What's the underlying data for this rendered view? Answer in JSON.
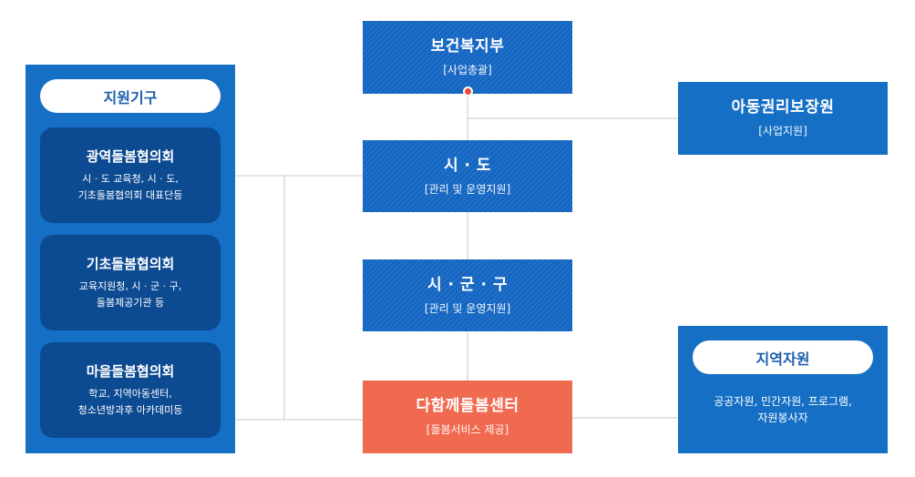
{
  "hq": {
    "title": "보건복지부",
    "sub": "[사업총괄]"
  },
  "child_rights": {
    "title": "아동권리보장원",
    "sub": "[사업지원]"
  },
  "province": {
    "title": "시 · 도",
    "sub": "[관리 및 운영지원]"
  },
  "city": {
    "title": "시 · 군 · 구",
    "sub": "[관리 및 운영지원]"
  },
  "center": {
    "title": "다함께돌봄센터",
    "sub": "[돌봄서비스 제공]"
  },
  "support_orgs": {
    "pill": "지원기구",
    "items": [
      {
        "title": "광역돌봄협의회",
        "line1": "시 · 도 교육청, 시 · 도,",
        "line2": "기초돌봄협의회 대표단등"
      },
      {
        "title": "기초돌봄협의회",
        "line1": "교육지원청, 시 · 군 · 구,",
        "line2": "돌봄제공기관 등"
      },
      {
        "title": "마을돌봄협의회",
        "line1": "학교, 지역아동센터,",
        "line2": "청소년방과후 아카데미등"
      }
    ]
  },
  "local_resources": {
    "pill": "지역자원",
    "line1": "공공자원, 민간자원, 프로그램,",
    "line2": "자원봉사자"
  },
  "colors": {
    "primary_blue": "#146fc5",
    "dark_blue": "#0c4a92",
    "accent_orange": "#f06a4f",
    "connector_gray": "#c8c8c8",
    "dot_red": "#e74c3c"
  }
}
